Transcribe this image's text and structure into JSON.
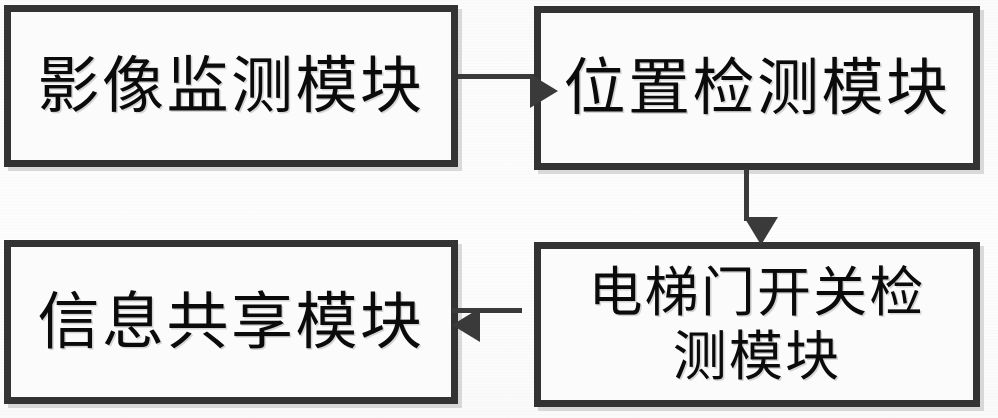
{
  "diagram": {
    "type": "block-flow-diagram",
    "language": "zh-CN",
    "background_color": "#fbfbfb",
    "node_border_color": "#333333",
    "node_fill_color": "#fbfbfb",
    "connector_color": "#3a3a3a",
    "text_color": "#0b0b0b",
    "nodes": [
      {
        "id": "image-monitor",
        "label": "影像监测模块",
        "position": "top-left"
      },
      {
        "id": "position-detect",
        "label": "位置检测模块",
        "position": "top-right"
      },
      {
        "id": "door-switch",
        "label": "电梯门开关检\n测模块",
        "position": "bottom-right"
      },
      {
        "id": "info-share",
        "label": "信息共享模块",
        "position": "bottom-left"
      }
    ],
    "edges": [
      {
        "id": "monitor-to-position",
        "from": "image-monitor",
        "to": "position-detect",
        "direction": "right",
        "label": ""
      },
      {
        "id": "position-to-door",
        "from": "position-detect",
        "to": "door-switch",
        "direction": "down",
        "label": ""
      },
      {
        "id": "door-to-info",
        "from": "door-switch",
        "to": "info-share",
        "direction": "left",
        "label": ""
      }
    ]
  }
}
